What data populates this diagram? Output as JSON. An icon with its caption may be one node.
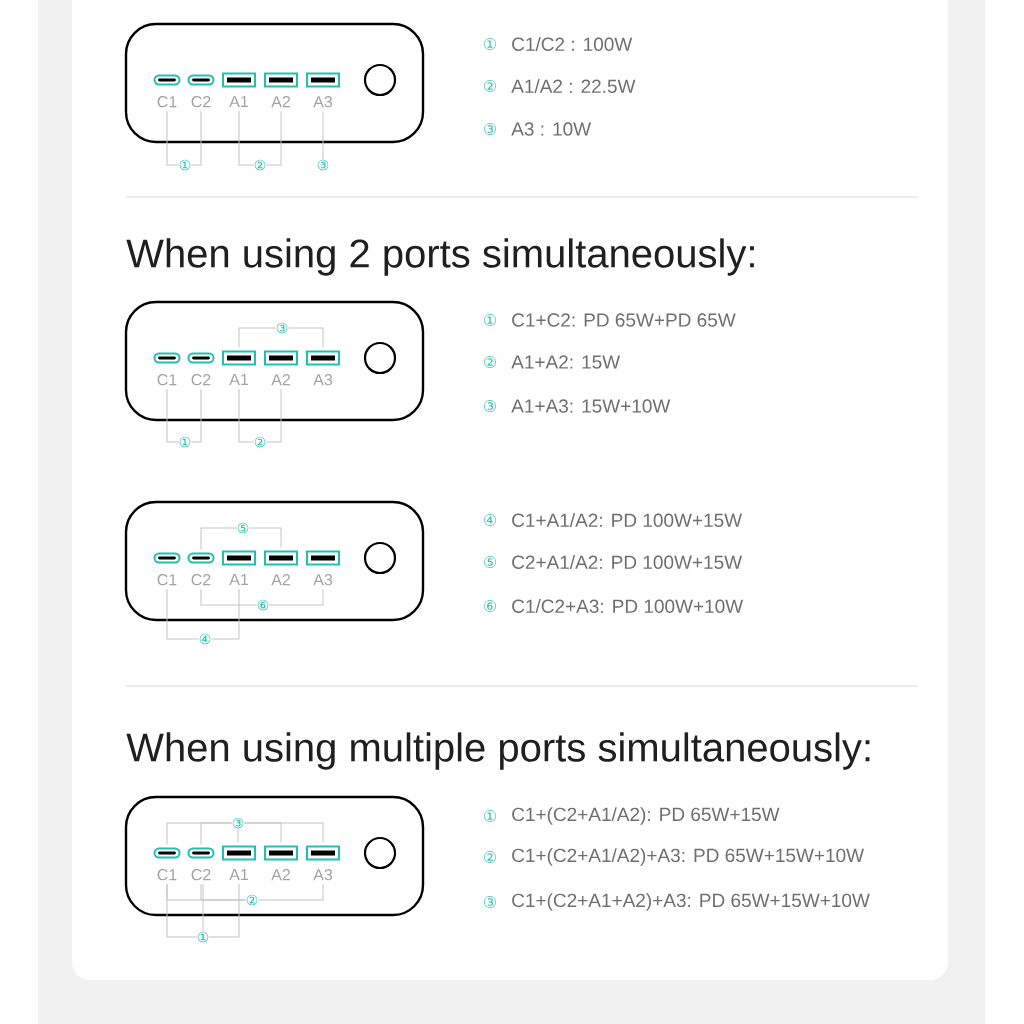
{
  "diagram": {
    "nodes": [
      {
        "text": [],
        "shape": "box"
      },
      {
        "text": [
          "C1"
        ],
        "in": 0
      },
      {
        "text": [
          "C2"
        ],
        "in": 0
      },
      {
        "text": [
          "A1"
        ],
        "in": 0
      },
      {
        "text": [
          "A2"
        ],
        "in": 0
      },
      {
        "text": [
          "A3"
        ],
        "in": 0
      },
      {
        "text": [
          "①"
        ]
      },
      {
        "text": [
          "②"
        ]
      },
      {
        "text": [
          "③"
        ]
      },
      {
        "text": [],
        "shape": "box"
      },
      {
        "text": [
          "③"
        ],
        "in": 9
      },
      {
        "text": [
          "C1"
        ],
        "in": 9
      },
      {
        "text": [
          "C2"
        ],
        "in": 9
      },
      {
        "text": [
          "A1"
        ],
        "in": 9
      },
      {
        "text": [
          "A2"
        ],
        "in": 9
      },
      {
        "text": [
          "A3"
        ],
        "in": 9
      },
      {
        "text": [
          "①"
        ]
      },
      {
        "text": [
          "②"
        ]
      },
      {
        "text": [],
        "shape": "box"
      },
      {
        "text": [
          "⑤"
        ],
        "in": 18
      },
      {
        "text": [
          "C1"
        ],
        "in": 18
      },
      {
        "text": [
          "C2"
        ],
        "in": 18
      },
      {
        "text": [
          "A1"
        ],
        "in": 18
      },
      {
        "text": [
          "A2"
        ],
        "in": 18
      },
      {
        "text": [
          "A3"
        ],
        "in": 18
      },
      {
        "text": [
          "⑥"
        ],
        "in": 18
      },
      {
        "text": [
          "④"
        ]
      },
      {
        "text": [],
        "shape": "box"
      },
      {
        "text": [
          "③"
        ],
        "in": 27
      },
      {
        "text": [
          "C1"
        ],
        "in": 27
      },
      {
        "text": [
          "C2"
        ],
        "in": 27
      },
      {
        "text": [
          "A1"
        ],
        "in": 27
      },
      {
        "text": [
          "A2"
        ],
        "in": 27
      },
      {
        "text": [
          "A3"
        ],
        "in": 27
      },
      {
        "text": [
          "②"
        ],
        "in": 27
      },
      {
        "text": [
          "①"
        ]
      }
    ],
    "edges": [
      {
        "from": 6,
        "to": 1,
        "arrow": "none"
      },
      {
        "from": 6,
        "to": 2,
        "arrow": "none"
      },
      {
        "from": 7,
        "to": 3,
        "arrow": "none"
      },
      {
        "from": 7,
        "to": 4,
        "arrow": "none"
      },
      {
        "from": 8,
        "to": 5,
        "arrow": "none"
      },
      {
        "from": 10,
        "to": 13,
        "arrow": "none"
      },
      {
        "from": 10,
        "to": 15,
        "arrow": "none"
      },
      {
        "from": 16,
        "to": 11,
        "arrow": "none"
      },
      {
        "from": 16,
        "to": 12,
        "arrow": "none"
      },
      {
        "from": 17,
        "to": 13,
        "arrow": "none"
      },
      {
        "from": 17,
        "to": 14,
        "arrow": "none"
      },
      {
        "from": 19,
        "to": 21,
        "arrow": "none"
      },
      {
        "from": 19,
        "to": 23,
        "arrow": "none"
      },
      {
        "from": 25,
        "to": 21,
        "arrow": "none"
      },
      {
        "from": 25,
        "to": 24,
        "arrow": "none"
      },
      {
        "from": 26,
        "to": 20,
        "arrow": "none"
      },
      {
        "from": 26,
        "to": 22,
        "arrow": "none"
      },
      {
        "from": 28,
        "to": 29,
        "arrow": "none"
      },
      {
        "from": 28,
        "to": 30,
        "arrow": "none"
      },
      {
        "from": 28,
        "to": 31,
        "arrow": "none"
      },
      {
        "from": 28,
        "to": 32,
        "arrow": "none"
      },
      {
        "from": 28,
        "to": 33,
        "arrow": "none"
      },
      {
        "from": 34,
        "to": 29,
        "arrow": "none"
      },
      {
        "from": 34,
        "to": 30,
        "arrow": "none"
      },
      {
        "from": 34,
        "to": 33,
        "arrow": "none"
      },
      {
        "from": 35,
        "to": 29,
        "arrow": "none"
      },
      {
        "from": 35,
        "to": 30,
        "arrow": "none"
      },
      {
        "from": 35,
        "to": 31,
        "arrow": "none"
      }
    ],
    "labels": [
      "①",
      "C1/C2 : 100W",
      "②",
      "A1/A2 : 22.5W",
      "③",
      "A3 : 10W",
      "When using 2 ports simultaneously:",
      "①",
      "C1+C2: PD 65W+PD 65W",
      "②",
      "A1+A2: 15W",
      "③",
      "A1+A3: 15W+10W",
      "④",
      "C1+A1/A2: PD 100W+15W",
      "⑤",
      "C2+A1/A2: PD 100W+15W",
      "⑥",
      "C1/C2+A3: PD 100W+10W",
      "When using multiple ports simultaneously:",
      "①",
      "C1+(C2+A1/A2): PD 65W+15W",
      "②",
      "C1+(C2+A1/A2)+A3: PD 65W+15W+10W",
      "③",
      "C1+(C2+A1+A2)+A3: PD 65W+15W+10W"
    ]
  }
}
